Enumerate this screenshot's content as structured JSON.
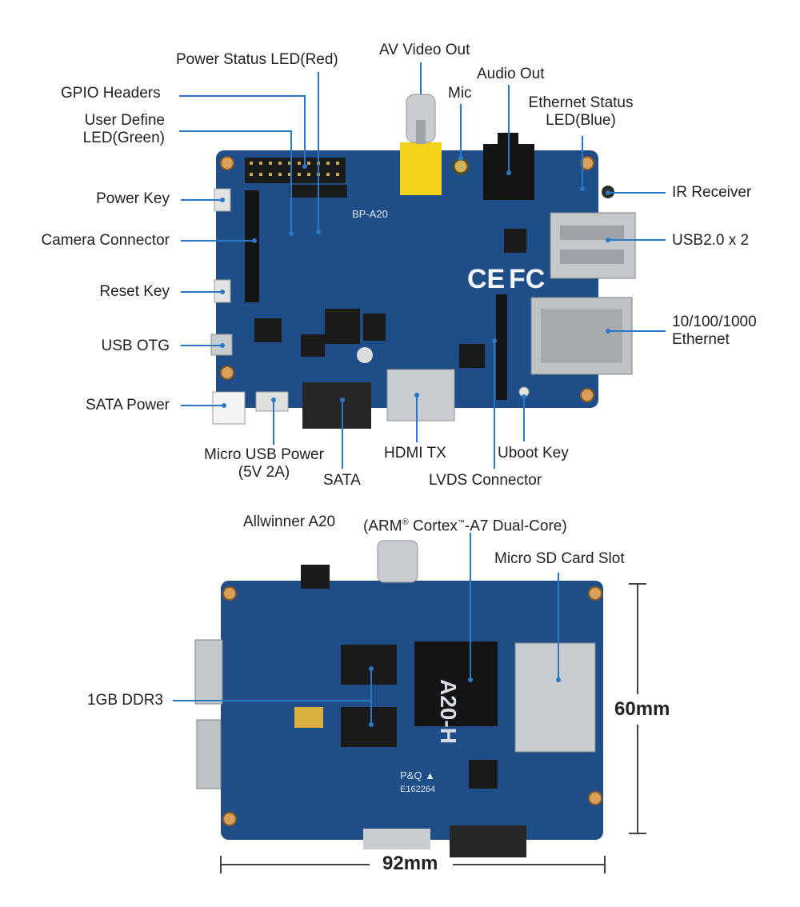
{
  "top_view": {
    "board_model": "BP-A20",
    "callouts": {
      "power_status_led": "Power Status LED(Red)",
      "av_video_out": "AV Video Out",
      "audio_out": "Audio Out",
      "mic": "Mic",
      "gpio_headers": "GPIO Headers",
      "user_define_led_1": "User Define",
      "user_define_led_2": "LED(Green)",
      "ethernet_status_led_1": "Ethernet Status",
      "ethernet_status_led_2": "LED(Blue)",
      "power_key": "Power Key",
      "ir_receiver": "IR Receiver",
      "camera_connector": "Camera Connector",
      "usb2": "USB2.0 x 2",
      "reset_key": "Reset Key",
      "ethernet_1": "10/100/1000",
      "ethernet_2": "Ethernet",
      "usb_otg": "USB OTG",
      "sata_power": "SATA Power",
      "micro_usb_power_1": "Micro USB Power",
      "micro_usb_power_2": "(5V 2A)",
      "sata": "SATA",
      "hdmi_tx": "HDMI TX",
      "uboot_key": "Uboot Key",
      "lvds_connector": "LVDS Connector"
    }
  },
  "bottom_view": {
    "chip_marking": "A20-H",
    "callouts": {
      "allwinner_a20": "Allwinner A20",
      "arm_core_prefix": "(ARM",
      "arm_core_mid": " Cortex",
      "arm_core_suffix": "-A7 Dual-Core)",
      "registered_mark": "®",
      "trademark_mark": "™",
      "micro_sd_slot": "Micro SD Card Slot",
      "ddr3": "1GB DDR3"
    },
    "dimensions": {
      "height": "60mm",
      "width": "92mm"
    }
  },
  "colors": {
    "pcb": "#1f4d87",
    "callout_line": "#2a78c4",
    "av_jack": "#f2d21b",
    "metal": "#c9ccd0"
  }
}
